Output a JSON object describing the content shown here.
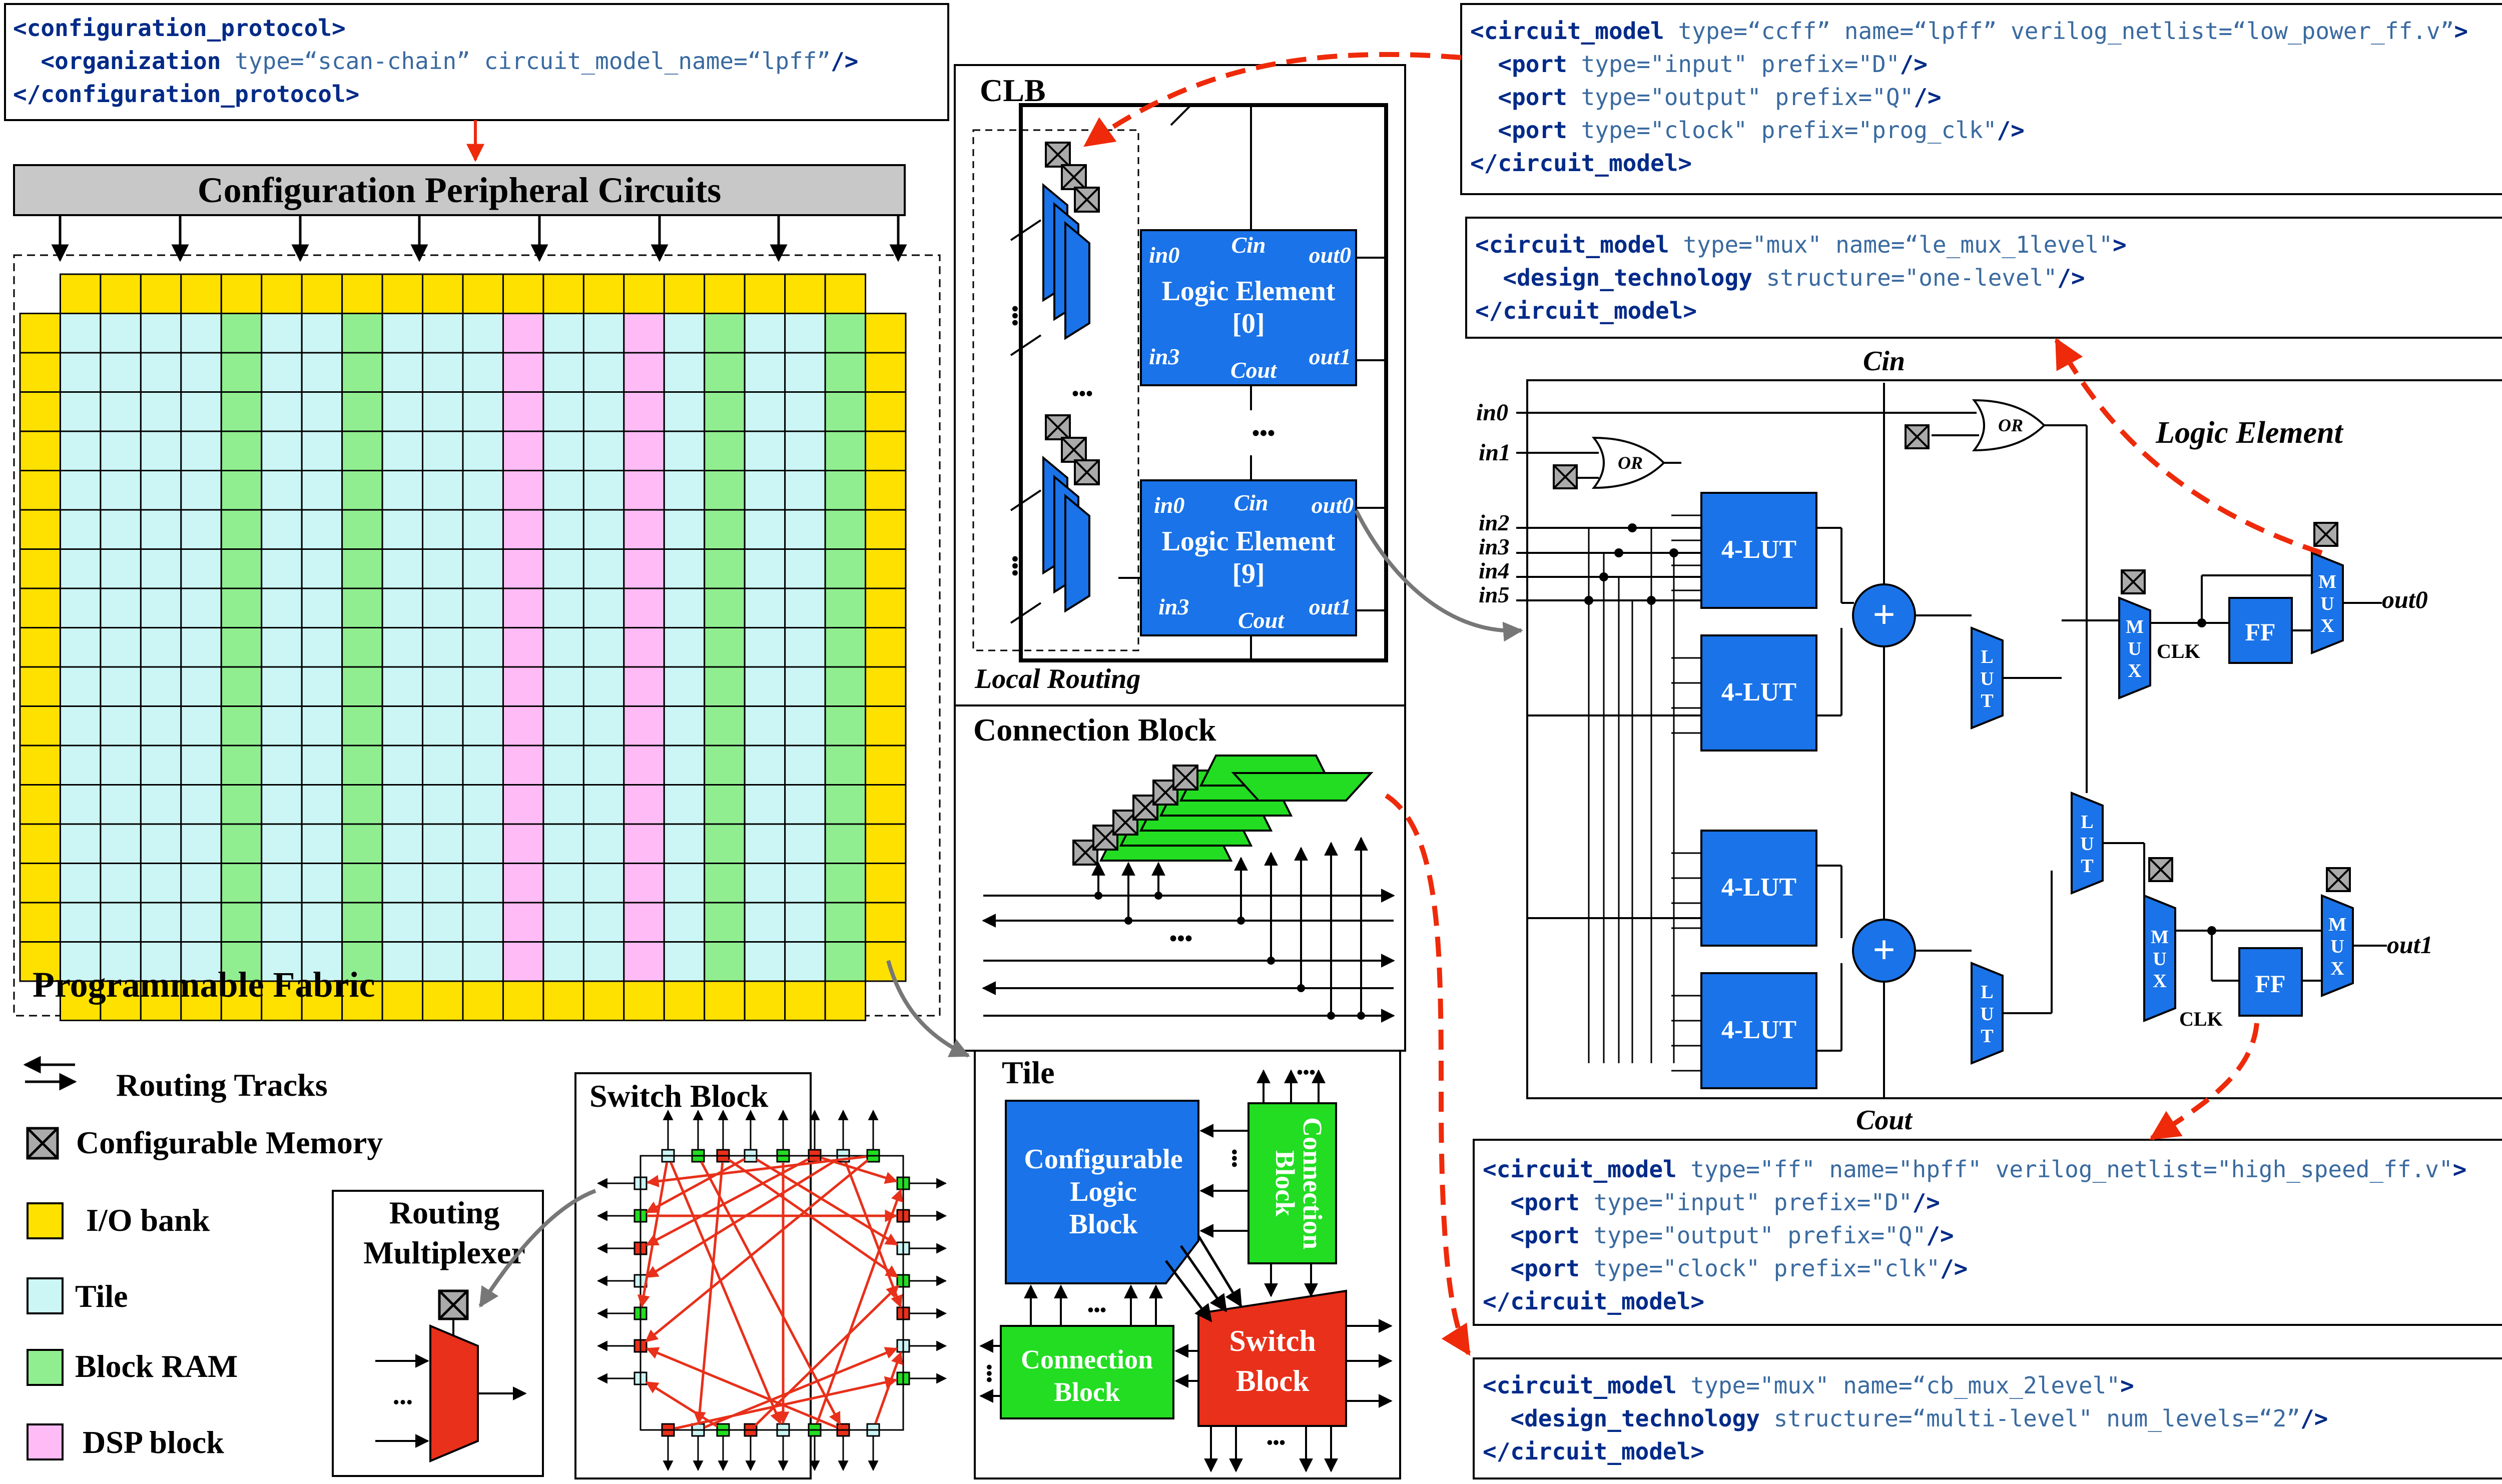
{
  "colors": {
    "io_bank": "#ffe100",
    "tile": "#ccf5f5",
    "block_ram": "#90ee90",
    "dsp_block": "#ffbbf5",
    "blue": "#1a73e8",
    "green": "#22dd22",
    "red": "#e8301a",
    "dashed_red": "#ee2a0a",
    "code_tag": "#002a88",
    "code_attr": "#3a6aa0"
  },
  "icons": {
    "memory": "crossed-box-icon",
    "arrow": "arrow-icon"
  },
  "config_protocol": {
    "lines": [
      [
        {
          "t": "<configuration_protocol>",
          "c": "tag"
        }
      ],
      [
        {
          "t": "  <organization",
          "c": "tag"
        },
        {
          "t": " type=“scan-chain” circuit_model_name=“lpff”",
          "c": "attr"
        },
        {
          "t": "/>",
          "c": "tag"
        }
      ],
      [
        {
          "t": "</configuration_protocol>",
          "c": "tag"
        }
      ]
    ]
  },
  "peripheral": {
    "title": "Configuration Peripheral Circuits"
  },
  "fabric": {
    "label": "Programmable Fabric"
  },
  "legend": {
    "routing_tracks": "Routing Tracks",
    "configurable_memory": "Configurable Memory",
    "io_bank": "I/O bank",
    "tile": "Tile",
    "block_ram": "Block RAM",
    "dsp_block": "DSP block"
  },
  "clb": {
    "title": "CLB",
    "local_routing": "Local Routing",
    "ellipsis": "•••",
    "le0": {
      "in0": "in0",
      "cin": "Cin",
      "out0": "out0",
      "name": "Logic Element",
      "index": "[0]",
      "in3": "in3",
      "cout": "Cout",
      "out1": "out1"
    },
    "le9": {
      "in0": "in0",
      "cin": "Cin",
      "out0": "out0",
      "name": "Logic Element",
      "index": "[9]",
      "in3": "in3",
      "cout": "Cout",
      "out1": "out1"
    }
  },
  "connection_block": {
    "title": "Connection Block",
    "ellipsis": "•••"
  },
  "switch_block": {
    "title": "Switch Block"
  },
  "routing_mux": {
    "title_line1": "Routing",
    "title_line2": "Multiplexer",
    "ellipsis": "•••"
  },
  "tile_panel": {
    "title": "Tile",
    "clb_line1": "Configurable",
    "clb_line2": "Logic",
    "clb_line3": "Block",
    "cb_right_line1": "Connection",
    "cb_right_line2": "Block",
    "cb_bottom_line1": "Connection",
    "cb_bottom_line2": "Block",
    "sb_line1": "Switch",
    "sb_line2": "Block",
    "ellipsis": "•••"
  },
  "lpff_model": {
    "lines": [
      [
        {
          "t": "<circuit_model",
          "c": "tag"
        },
        {
          "t": " type=“ccff” name=“lpff” verilog_netlist=“low_power_ff.v”",
          "c": "attr"
        },
        {
          "t": ">",
          "c": "tag"
        }
      ],
      [
        {
          "t": "  <port",
          "c": "tag"
        },
        {
          "t": " type=\"input\" prefix=\"D\"",
          "c": "attr"
        },
        {
          "t": "/>",
          "c": "tag"
        }
      ],
      [
        {
          "t": "  <port",
          "c": "tag"
        },
        {
          "t": " type=\"output\" prefix=\"Q\"",
          "c": "attr"
        },
        {
          "t": "/>",
          "c": "tag"
        }
      ],
      [
        {
          "t": "  <port",
          "c": "tag"
        },
        {
          "t": " type=\"clock\" prefix=\"prog_clk\"",
          "c": "attr"
        },
        {
          "t": "/>",
          "c": "tag"
        }
      ],
      [
        {
          "t": "</circuit_model>",
          "c": "tag"
        }
      ]
    ]
  },
  "le_mux_model": {
    "lines": [
      [
        {
          "t": "<circuit_model",
          "c": "tag"
        },
        {
          "t": " type=\"mux\" name=“le_mux_1level\"",
          "c": "attr"
        },
        {
          "t": ">",
          "c": "tag"
        }
      ],
      [
        {
          "t": "  <design_technology",
          "c": "tag"
        },
        {
          "t": " structure=\"one-level\"",
          "c": "attr"
        },
        {
          "t": "/>",
          "c": "tag"
        }
      ],
      [
        {
          "t": "</circuit_model>",
          "c": "tag"
        }
      ]
    ]
  },
  "hpff_model": {
    "lines": [
      [
        {
          "t": "<circuit_model",
          "c": "tag"
        },
        {
          "t": " type=\"ff\" name=\"hpff\" verilog_netlist=\"high_speed_ff.v\"",
          "c": "attr"
        },
        {
          "t": ">",
          "c": "tag"
        }
      ],
      [
        {
          "t": "  <port",
          "c": "tag"
        },
        {
          "t": " type=\"input\" prefix=\"D\"",
          "c": "attr"
        },
        {
          "t": "/>",
          "c": "tag"
        }
      ],
      [
        {
          "t": "  <port",
          "c": "tag"
        },
        {
          "t": " type=\"output\" prefix=\"Q\"",
          "c": "attr"
        },
        {
          "t": "/>",
          "c": "tag"
        }
      ],
      [
        {
          "t": "  <port",
          "c": "tag"
        },
        {
          "t": " type=\"clock\" prefix=\"clk\"",
          "c": "attr"
        },
        {
          "t": "/>",
          "c": "tag"
        }
      ],
      [
        {
          "t": "</circuit_model>",
          "c": "tag"
        }
      ]
    ]
  },
  "cb_mux_model": {
    "lines": [
      [
        {
          "t": "<circuit_model",
          "c": "tag"
        },
        {
          "t": " type=\"mux\" name=“cb_mux_2level\"",
          "c": "attr"
        },
        {
          "t": ">",
          "c": "tag"
        }
      ],
      [
        {
          "t": "  <design_technology",
          "c": "tag"
        },
        {
          "t": " structure=“multi-level\" num_levels=“2”",
          "c": "attr"
        },
        {
          "t": "/>",
          "c": "tag"
        }
      ],
      [
        {
          "t": "</circuit_model>",
          "c": "tag"
        }
      ]
    ]
  },
  "logic_element": {
    "title": "Logic Element",
    "cin": "Cin",
    "cout": "Cout",
    "in0": "in0",
    "in1": "in1",
    "in2": "in2",
    "in3": "in3",
    "in4": "in4",
    "in5": "in5",
    "or": "OR",
    "lut4": "4-LUT",
    "lut": "LUT",
    "mux": "MUX",
    "ff": "FF",
    "clk": "CLK",
    "out0": "out0",
    "out1": "out1"
  }
}
